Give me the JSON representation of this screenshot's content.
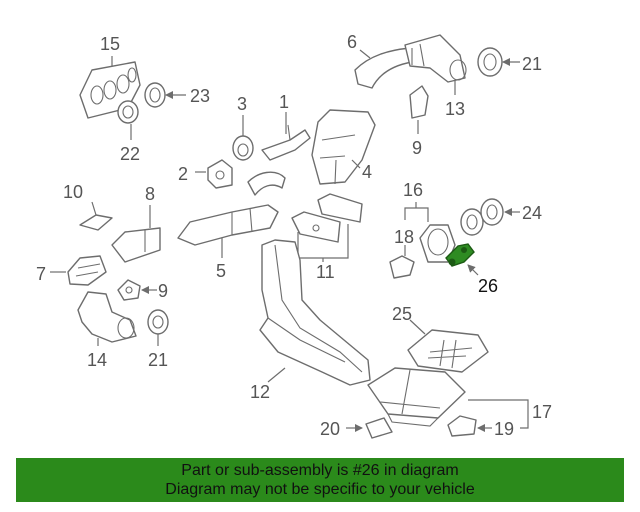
{
  "diagram": {
    "labels": {
      "p1": "1",
      "p2": "2",
      "p3": "3",
      "p4": "4",
      "p5": "5",
      "p6": "6",
      "p7": "7",
      "p8": "8",
      "p9a": "9",
      "p9b": "9",
      "p10": "10",
      "p11": "11",
      "p12": "12",
      "p13": "13",
      "p14": "14",
      "p15": "15",
      "p16": "16",
      "p17": "17",
      "p18": "18",
      "p19": "19",
      "p20": "20",
      "p21a": "21",
      "p21b": "21",
      "p22": "22",
      "p23": "23",
      "p24": "24",
      "p25": "25",
      "p26": "26"
    },
    "highlighted_part": "26",
    "highlight_color": "#2e8b22"
  },
  "banner": {
    "line1": "Part or sub-assembly is #26 in diagram",
    "line2": "Diagram may not be specific to your vehicle",
    "background": "#2b8a1b"
  }
}
